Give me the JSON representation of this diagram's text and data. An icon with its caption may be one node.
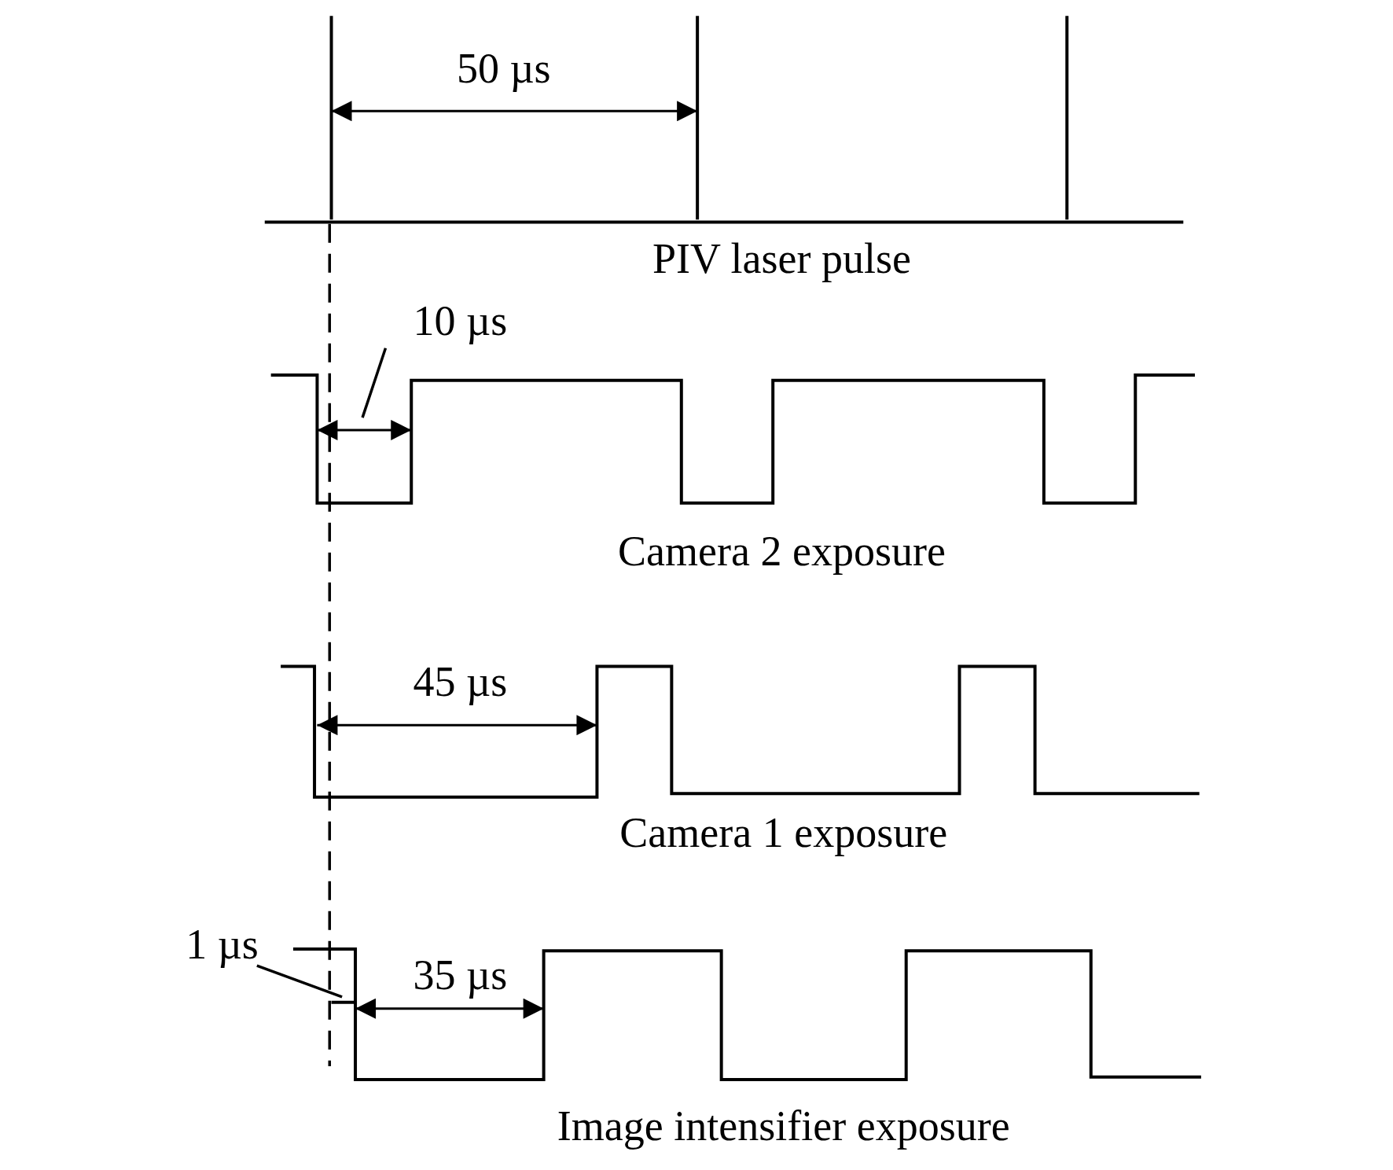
{
  "diagram": {
    "nodes": [
      {
        "text": [
          "10 µs"
        ]
      },
      {
        "text": [
          "1 µs"
        ]
      }
    ],
    "edges": [
      {
        "from": 0,
        "to": null,
        "arrow": "none"
      },
      {
        "from": 1,
        "to": null,
        "arrow": "none"
      }
    ],
    "labels": [
      "50 µs",
      "PIV laser pulse",
      "Camera 2 exposure",
      "45 µs",
      "Camera 1 exposure",
      "35 µs",
      "Image intensifier exposure"
    ]
  }
}
